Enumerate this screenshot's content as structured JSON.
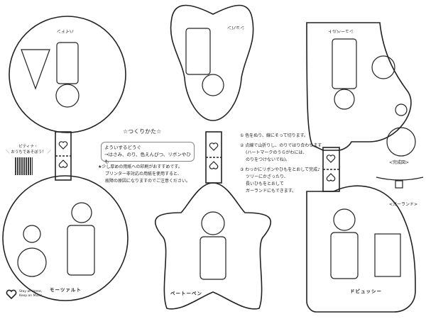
{
  "ornaments": {
    "top_left_name": "ハイドン",
    "top_middle_name": "ショパン",
    "top_right_name": "シューベルト",
    "bottom_left_name": "モーツァルト",
    "bottom_middle_name": "ベートーベン",
    "bottom_right_name": "ドビュッシー"
  },
  "instructions": {
    "title": "☆つくりかた☆",
    "tools_heading": "よういするどうぐ",
    "tools_list": "→はさみ、のり、色えんぴつ、リボンやひも",
    "note_1": "★少し厚めの用紙への印刷がおすすめです。",
    "note_2": "プリンター非対応の用紙を使用すると、",
    "note_3": "故障の原因になりますのでご注意ください。",
    "step_1": "① 色をぬり、線にそって切ります。",
    "step_2a": "② 点線で山折りし、のりではり合わせます",
    "step_2b": "(ハートマークのうらがわには、",
    "step_2c": "のりをつけないでね)。",
    "step_3a": "③ わっかにリボンやひもをとおして完成♪",
    "step_3b": "ツリーにかざったり、",
    "step_3c": "長いひもをとおして",
    "step_3d": "ガーランドにもできます。"
  },
  "promo": {
    "line1": "ピティナ・",
    "line2": "＼ おうちであそぼう！ ／"
  },
  "examples": {
    "finished_caption": "<完成図>",
    "garland_caption": "<ガーランド>"
  },
  "logo": {
    "line1": "Stay at Home,",
    "line2": "Keep on Music"
  }
}
